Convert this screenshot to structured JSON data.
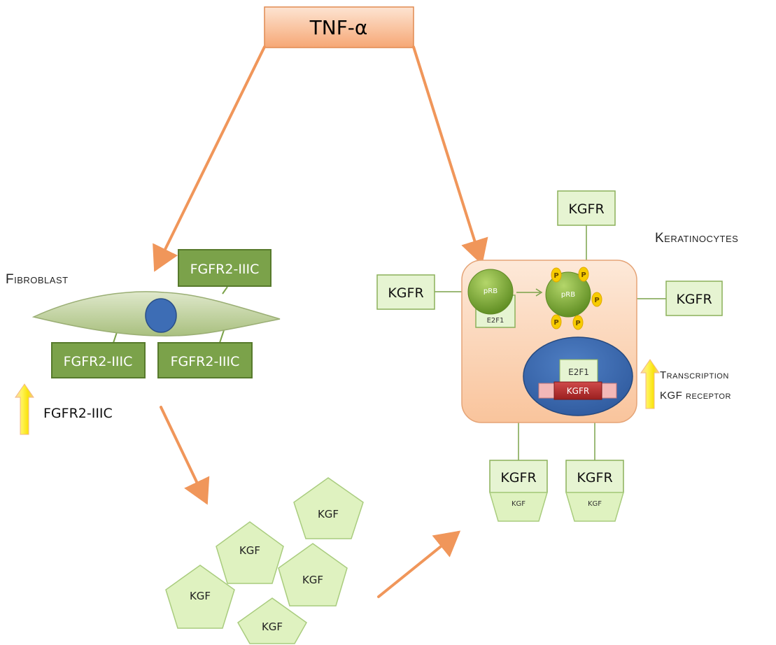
{
  "tnf": {
    "label": "TNF-α"
  },
  "fibroblast": {
    "title": "Fibroblast",
    "receptor_label": "FGFR2-IIIC",
    "upregulated_label": "FGFR2-IIIC"
  },
  "kgf": {
    "label": "KGF"
  },
  "keratinocyte": {
    "title": "Keratinocytes",
    "receptor_label": "KGFR",
    "prb_label": "pRB",
    "e2f1_label": "E2F1",
    "phospho_label": "P",
    "nucleus_e2f1_label": "E2F1",
    "nucleus_kgfr_label": "KGFR",
    "transcription_line1": "Transcription",
    "transcription_line2": "KGF receptor",
    "bound_ligand_label": "KGF"
  },
  "colors": {
    "arrow": "#f0965a",
    "fgfr_box": "#7ba24a",
    "kgf_fill": "#dff2c0",
    "cell_fill": "#fbd4b4",
    "nucleus": "#3d6db5",
    "prb": "#76a82f",
    "phospho": "#f7cc00",
    "up_arrow": "#f9e30c"
  }
}
